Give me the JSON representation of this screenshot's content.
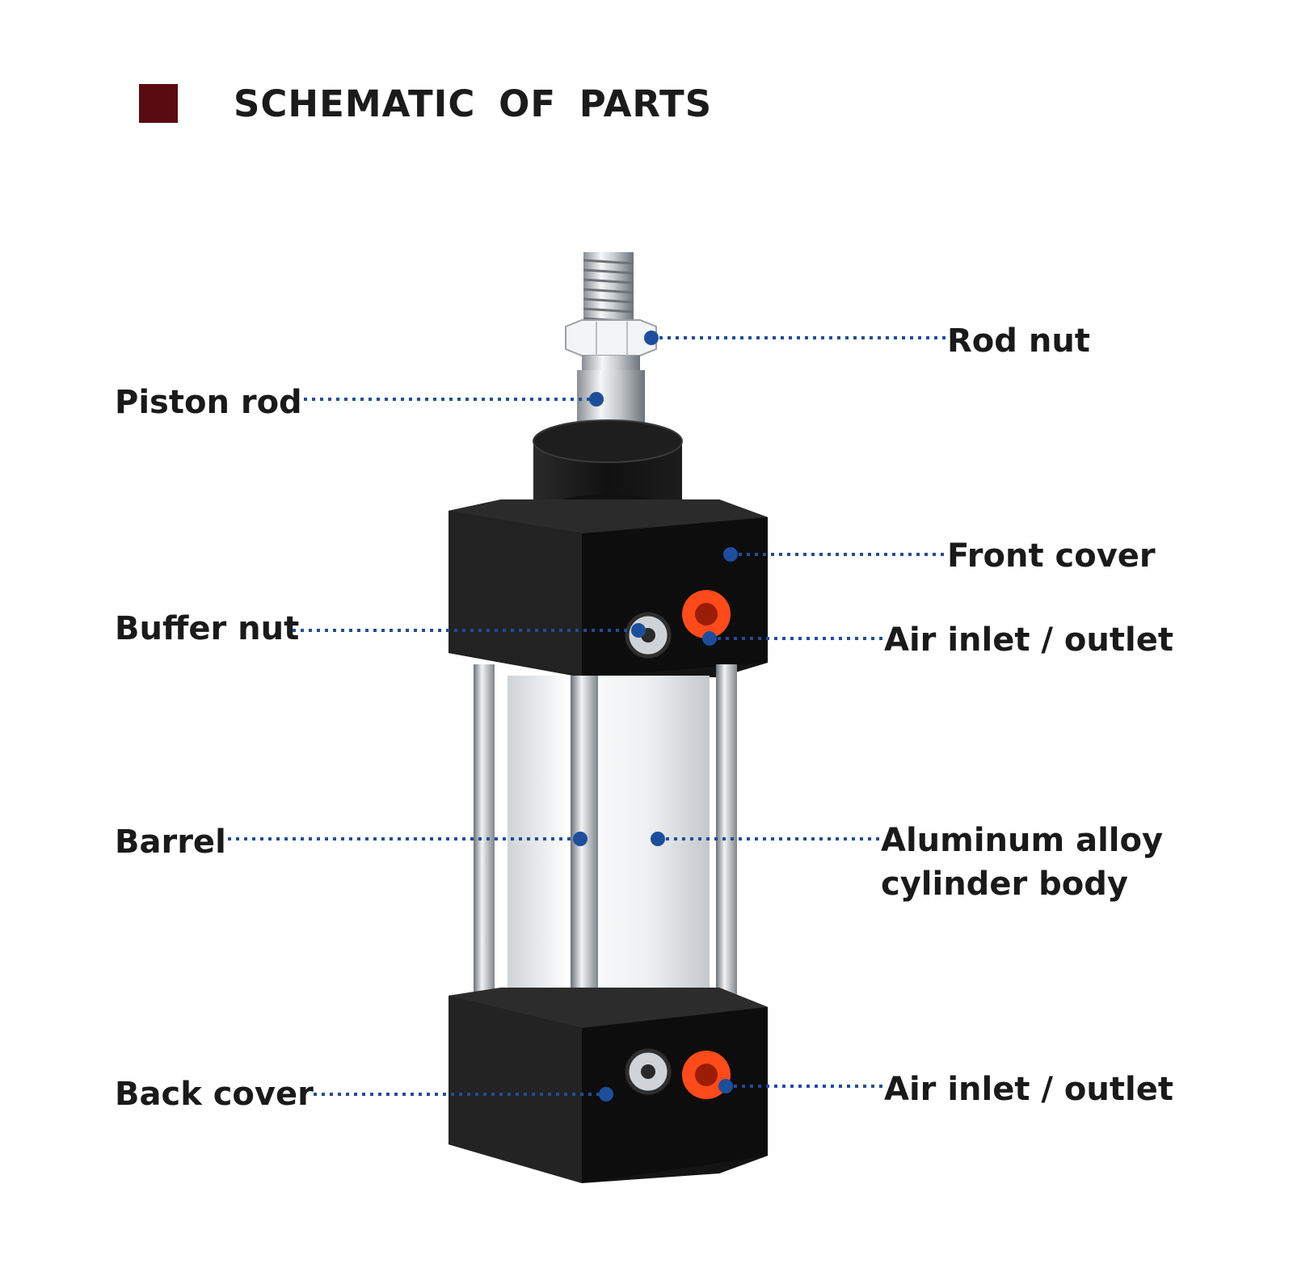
{
  "header": {
    "title": "SCHEMATIC  OF  PARTS",
    "accent_color": "#5a0b12"
  },
  "callouts": {
    "rod_nut": "Rod nut",
    "piston_rod": "Piston rod",
    "front_cover": "Front cover",
    "buffer_nut": "Buffer nut",
    "air_inlet_outlet_front": "Air inlet / outlet",
    "barrel": "Barrel",
    "cylinder_body_line1": "Aluminum alloy",
    "cylinder_body_line2": "cylinder body",
    "back_cover": "Back cover",
    "air_inlet_outlet_back": "Air inlet / outlet"
  },
  "colors": {
    "leader_line": "#1d4e9c",
    "cover_black": "#111111",
    "port_orange": "#ff4a1a",
    "barrel_silver": "#e6e8ea"
  }
}
